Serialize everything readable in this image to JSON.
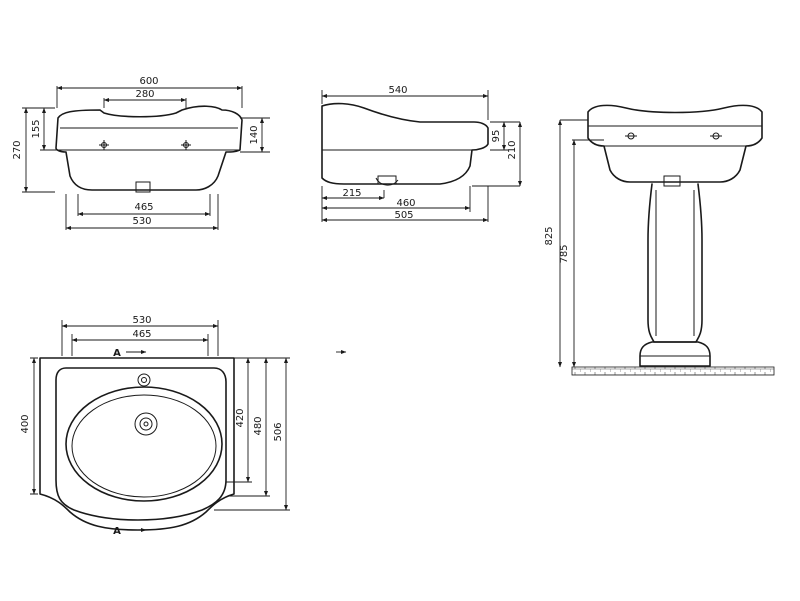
{
  "top_view": {
    "width_total": "600",
    "tap_hole_spacing": "280",
    "height_left": "270",
    "height_left_inner": "155",
    "height_right": "140",
    "bowl_width_inner": "465",
    "bowl_width": "530"
  },
  "side_view": {
    "depth": "540",
    "rim_height": "95",
    "total_height": "210",
    "waste_offset": "215",
    "inner_depth": "460",
    "base_depth": "505"
  },
  "pedestal_view": {
    "height_to_rim": "825",
    "height_to_top": "785"
  },
  "plan_view": {
    "width": "530",
    "inner_width": "465",
    "section_marker": "A",
    "depth_outer": "400",
    "depth_inner": "420",
    "depth_mid": "480",
    "depth_total": "506"
  }
}
